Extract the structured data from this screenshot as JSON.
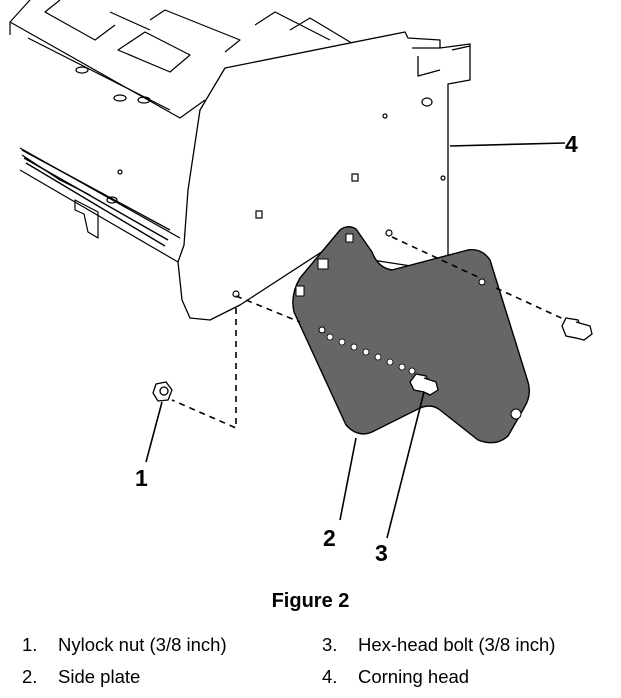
{
  "figure": {
    "callouts": [
      "1",
      "2",
      "3",
      "4"
    ],
    "caption": "Figure 2",
    "legend": [
      {
        "num": "1.",
        "text": "Nylock nut (3/8 inch)"
      },
      {
        "num": "2.",
        "text": "Side plate"
      },
      {
        "num": "3.",
        "text": "Hex-head bolt (3/8 inch)"
      },
      {
        "num": "4.",
        "text": "Corning head"
      }
    ]
  }
}
